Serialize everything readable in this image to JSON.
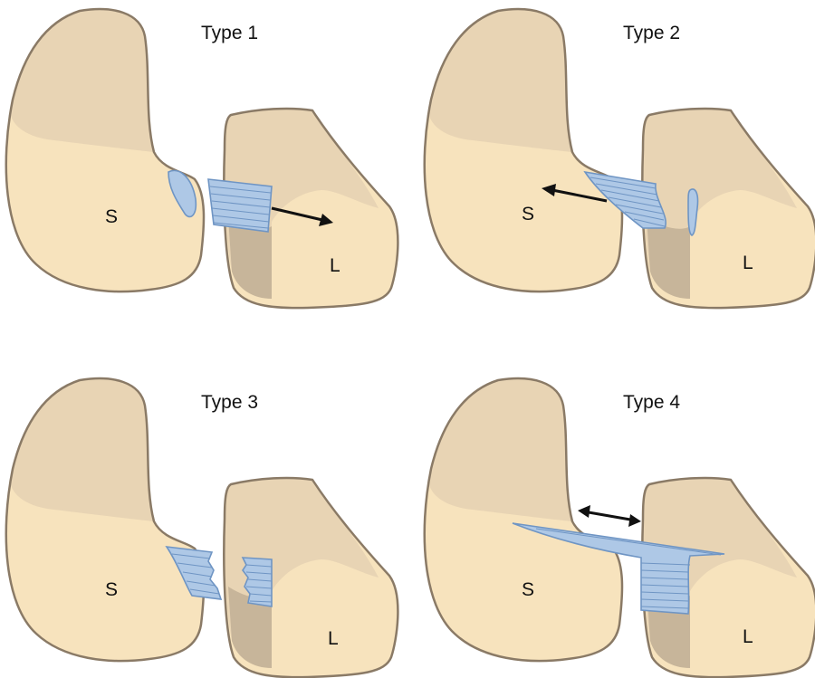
{
  "panels": [
    {
      "title": "Type 1",
      "left_bone": "S",
      "right_bone": "L"
    },
    {
      "title": "Type 2",
      "left_bone": "S",
      "right_bone": "L"
    },
    {
      "title": "Type 3",
      "left_bone": "S",
      "right_bone": "L"
    },
    {
      "title": "Type 4",
      "left_bone": "S",
      "right_bone": "L"
    }
  ],
  "colors": {
    "bone_fill": "#f7e3bd",
    "bone_shade": "#e8d4b4",
    "bone_deep_shade": "#c7b59a",
    "outline": "#8a7a66",
    "ligament_fill": "#aec8e6",
    "ligament_stroke": "#6f95c4"
  }
}
